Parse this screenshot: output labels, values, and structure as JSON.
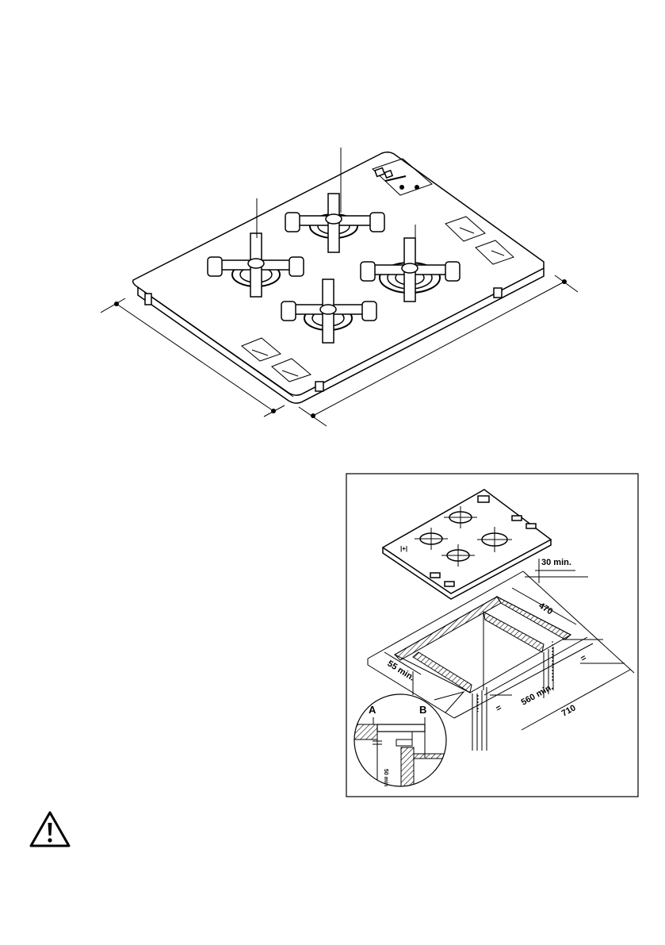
{
  "colors": {
    "line": "#000000",
    "background": "#ffffff",
    "hatch": "#555555"
  },
  "icons": {
    "warning": "warning-triangle-icon"
  },
  "installation": {
    "dim_clearance_top": "30 min.",
    "dim_depth": "470",
    "dim_side": "55 min.",
    "dim_width_cut": "560 min.",
    "dim_width_total": "710",
    "dim_equal_1": "=",
    "dim_equal_2": "=",
    "label_a": "A",
    "label_b": "B",
    "dim_detail": "50 min"
  }
}
